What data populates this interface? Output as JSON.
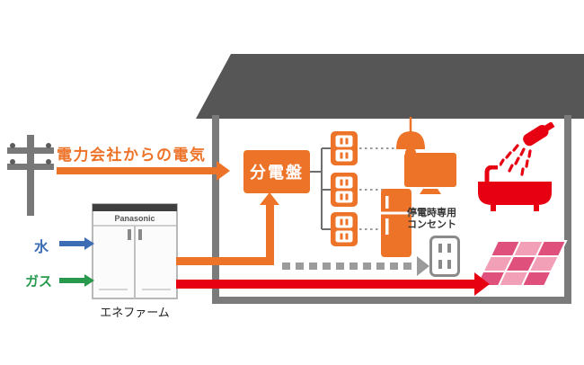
{
  "labels": {
    "power_from_company": "電力会社からの電気",
    "distribution_board": "分電盤",
    "outage_line1": "停電時専用",
    "outage_line2": "コンセント",
    "water": "水",
    "gas": "ガス",
    "enefarm": "エネファーム",
    "brand": "Panasonic"
  },
  "colors": {
    "orange": "#ed7328",
    "red": "#e60012",
    "pink_dark": "#e0507c",
    "pink_light": "#f29fb8",
    "blue": "#3b6cb4",
    "green": "#279a4d",
    "gray_arrow": "#9b9b9b",
    "roof": "#565656",
    "wall": "#7b7b7b"
  }
}
